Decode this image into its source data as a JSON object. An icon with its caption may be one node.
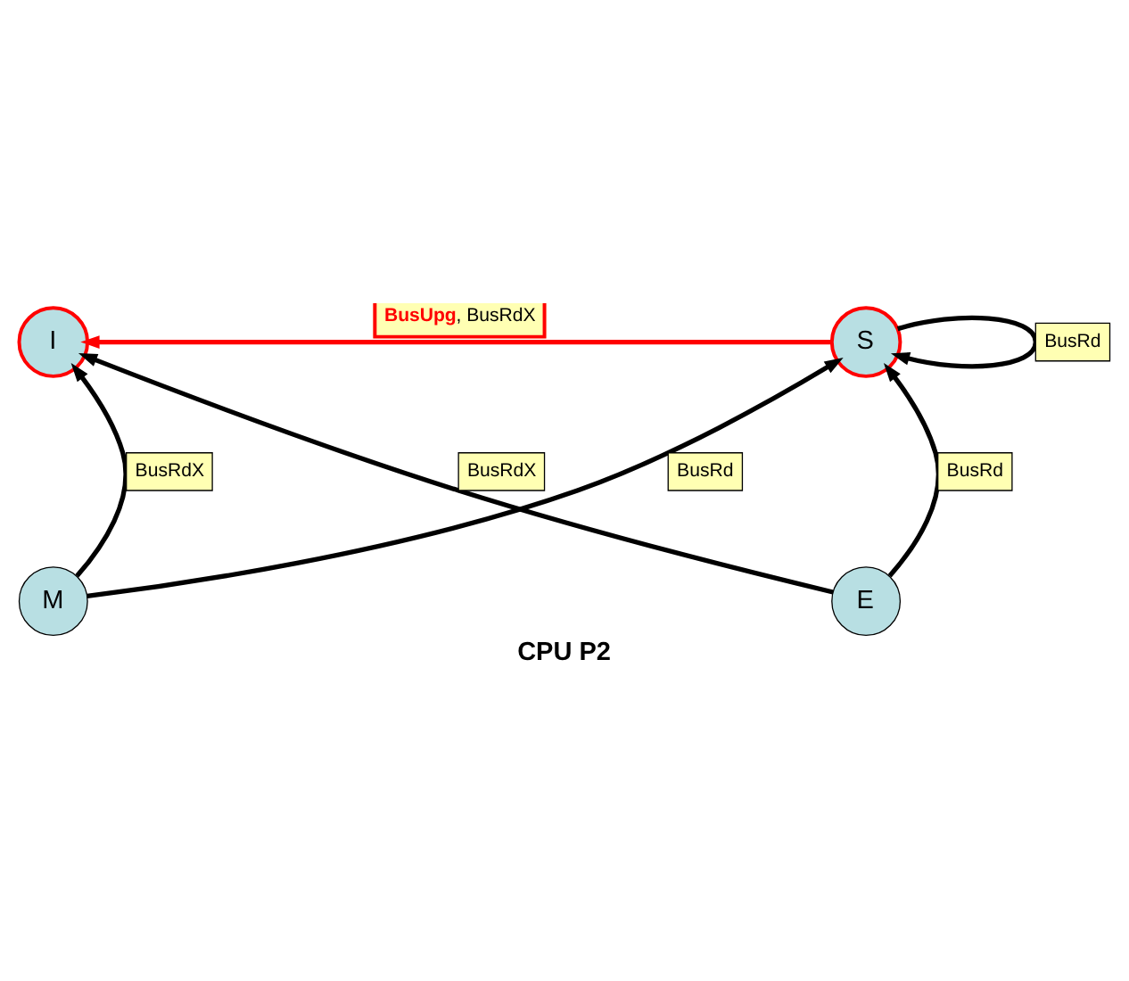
{
  "diagram": {
    "caption": "CPU P2",
    "nodes": [
      {
        "text": [
          "I"
        ]
      },
      {
        "text": [
          "S"
        ]
      },
      {
        "text": [
          "M"
        ]
      },
      {
        "text": [
          "E"
        ]
      }
    ],
    "edges": [
      {
        "from": 1,
        "to": 0,
        "arrow": "to",
        "label": "**BusUpg**, BusRdX",
        "color": "#ff0000"
      },
      {
        "from": 1,
        "to": 1,
        "arrow": "to",
        "label": "BusRd"
      },
      {
        "from": 2,
        "to": 0,
        "arrow": "to",
        "label": "BusRdX"
      },
      {
        "from": 2,
        "to": 1,
        "arrow": "to",
        "label": "BusRd"
      },
      {
        "from": 3,
        "to": 0,
        "arrow": "to",
        "label": "BusRdX"
      },
      {
        "from": 3,
        "to": 1,
        "arrow": "to",
        "label": "BusRd"
      }
    ]
  }
}
